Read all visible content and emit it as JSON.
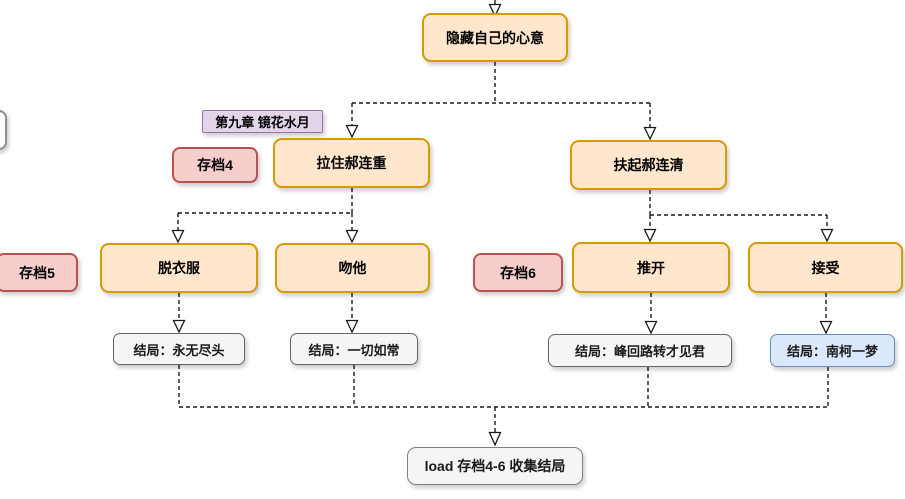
{
  "chapter_label": "第九章 镜花水月",
  "nodes": {
    "root": "隐藏自己的心意",
    "branch_left": "拉住郝连重",
    "branch_right": "扶起郝连清",
    "choice_undress": "脱衣服",
    "choice_kiss": "吻他",
    "choice_push": "推开",
    "choice_accept": "接受",
    "ending_endless": "结局：永无尽头",
    "ending_usual": "结局：一切如常",
    "ending_turnaround": "结局：峰回路转才见君",
    "ending_dream": "结局：南柯一梦",
    "load_note": "load 存档4-6 收集结局"
  },
  "saves": {
    "save4": "存档4",
    "save5": "存档5",
    "save6": "存档6"
  },
  "colors": {
    "choice_fill": "#ffe6cc",
    "choice_border": "#d79b00",
    "save_fill": "#f8cecc",
    "save_border": "#b85450",
    "chapter_fill": "#e1d5e7",
    "chapter_border": "#9673a6",
    "ending_fill": "#f5f5f5",
    "ending_border": "#666666",
    "special_ending_fill": "#dae8fc",
    "special_ending_border": "#6c8ebf",
    "connector": "#1a1a1a"
  }
}
